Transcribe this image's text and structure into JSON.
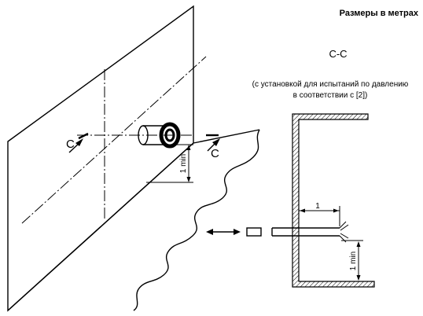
{
  "header": {
    "units_note": "Размеры в метрах"
  },
  "section": {
    "title": "С-С",
    "note_line1": "(с установкой для испытаний по давлению",
    "note_line2": "в соответствии с [2])"
  },
  "labels": {
    "cut_left": "C",
    "cut_right": "C",
    "dim_left": "1 min",
    "dim_horizontal": "1",
    "dim_right": "1 min"
  }
}
